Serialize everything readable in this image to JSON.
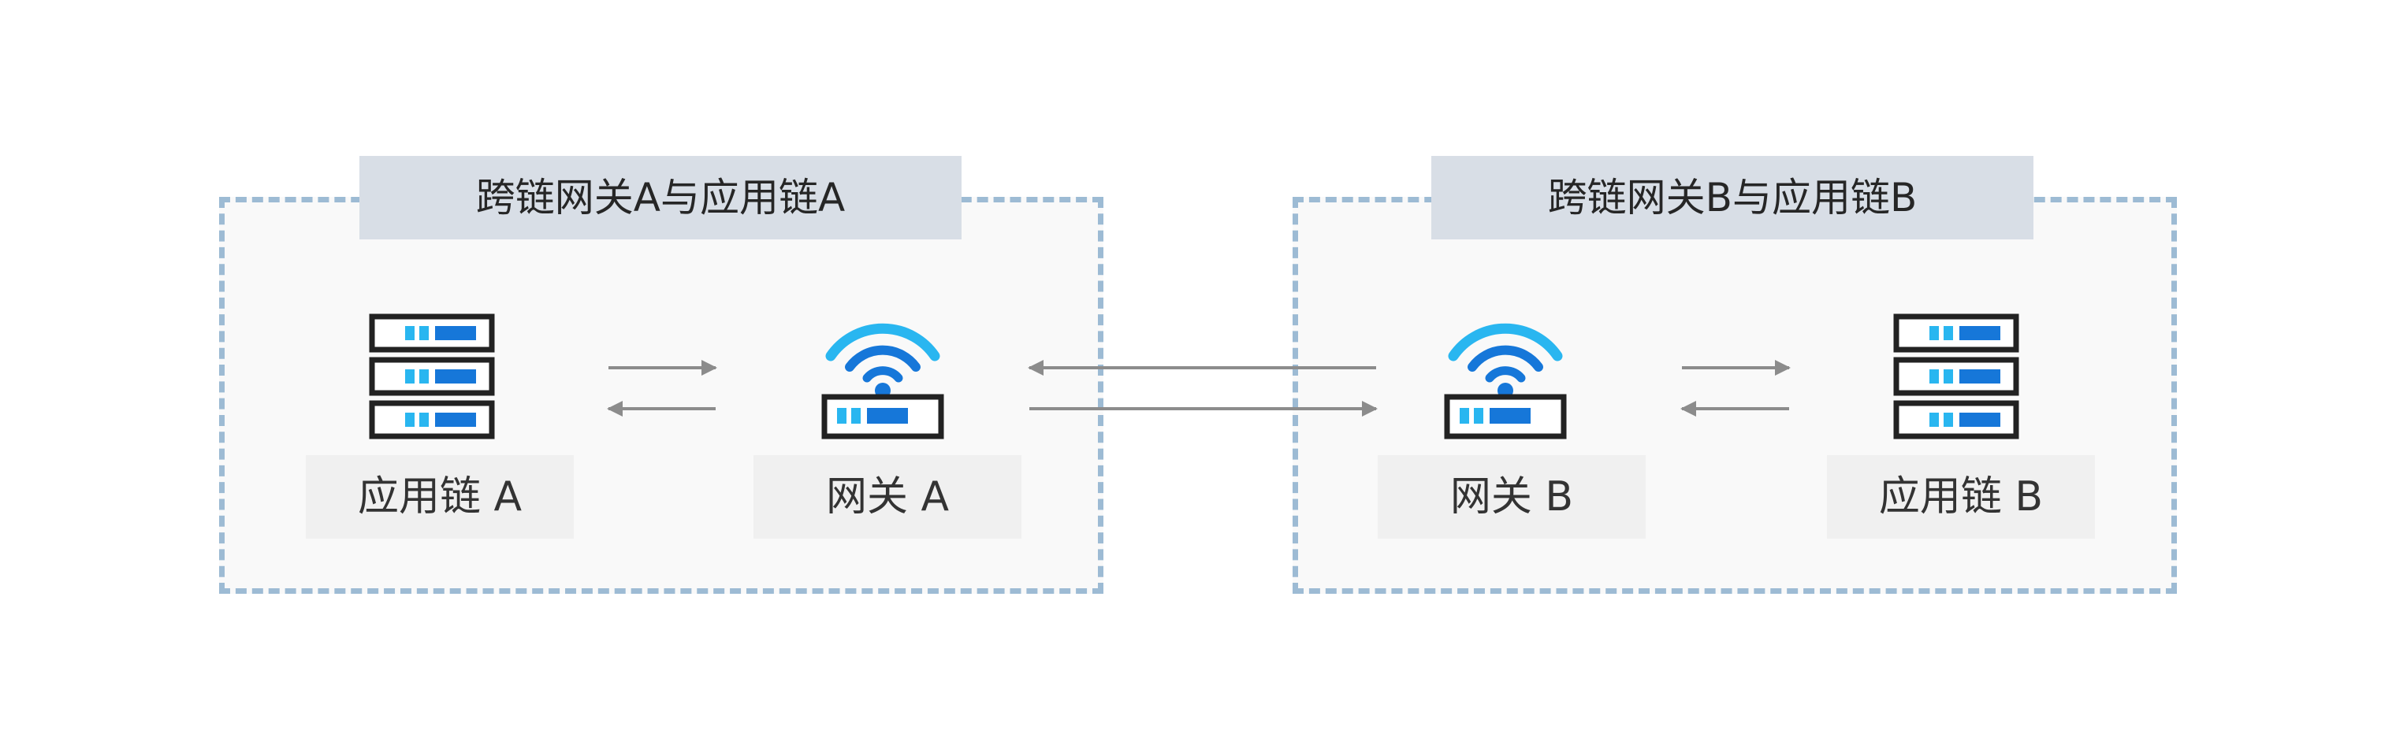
{
  "groups": {
    "a": {
      "title": "跨链网关A与应用链A"
    },
    "b": {
      "title": "跨链网关B与应用链B"
    }
  },
  "nodes": {
    "chain_a": {
      "label": "应用链 A",
      "icon": "server-stack-icon"
    },
    "gateway_a": {
      "label": "网关 A",
      "icon": "wifi-router-icon"
    },
    "gateway_b": {
      "label": "网关 B",
      "icon": "wifi-router-icon"
    },
    "chain_b": {
      "label": "应用链 B",
      "icon": "server-stack-icon"
    }
  },
  "colors": {
    "box_border": "#9dbbd4",
    "box_fill": "#f9f9f9",
    "title_fill": "#d8dee6",
    "label_fill": "#f0f0f0",
    "icon_outline": "#222222",
    "accent_light": "#29b6f0",
    "accent_dark": "#1677d9",
    "arrow": "#8c8c8c"
  }
}
